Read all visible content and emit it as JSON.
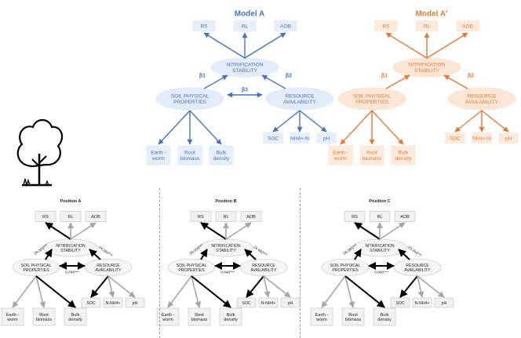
{
  "models": [
    {
      "title": "Model A",
      "color": "#4a72b8",
      "box_fill": "#e6eef8",
      "ellipse_fill": "#e2ebf7",
      "top_boxes": [
        "RS",
        "RL",
        "AOB"
      ],
      "center": "NITRIFICATION\nSTABILITY",
      "left": "SOIL PHYSICAL\nPROPERTIES",
      "right": "RESOURCE\nAVAILABILITY",
      "left_boxes": [
        "Earth -\nworm",
        "Root\nbiomass",
        "Bulk\ndensity"
      ],
      "right_boxes": [
        "SOC",
        "NH4+-N",
        "pH"
      ],
      "betas": [
        "β1",
        "β2",
        "β3"
      ]
    },
    {
      "title": "Model A'",
      "color": "#e07b39",
      "box_fill": "#fcebdd",
      "ellipse_fill": "#fbe6d6",
      "top_boxes": [
        "RS",
        "RL",
        "AOB"
      ],
      "center": "NITRIFICATION\nSTABILITY",
      "left": "SOIL PHYSICAL\nPROPERTIES",
      "right": "RESOURCE\nAVAILABILITY",
      "left_boxes": [
        "Earth -\nworm",
        "Root\nbiomass",
        "Bulk\ndensity"
      ],
      "right_boxes": [
        "SOC",
        "NH4+-N",
        "pH"
      ],
      "betas": [
        "β1",
        "β2"
      ]
    }
  ],
  "tree_icon": "tree-icon",
  "positions": [
    {
      "title": "Position A",
      "top_boxes": [
        "RS",
        "RL",
        "AOB"
      ],
      "center": "NITRIFICATION\nSTABILITY",
      "left": "SOIL PHYSICAL\nPROPERTIES",
      "right": "RESOURCE\nAVAILABILITY",
      "left_boxes": [
        "Earth -\nworm",
        "Root\nbiomass",
        "Bulk\ndensity"
      ],
      "right_boxes": [
        "SOC",
        "N-NH4+",
        "pH"
      ],
      "path_left": "29.305***",
      "path_right": "-24.060***",
      "path_middle": "0.848***"
    },
    {
      "title": "Position B",
      "top_boxes": [
        "RS",
        "RL",
        "AOB"
      ],
      "center": "NITRIFICATION\nSTABILITY",
      "left": "SOIL PHYSICAL\nPROPERTIES",
      "right": "RESOURCE\nAVAILABILITY",
      "left_boxes": [
        "Earth -\nworm",
        "Root\nbiomass",
        "Bulk\ndensity"
      ],
      "right_boxes": [
        "SOC",
        "N-NH4+",
        "pH"
      ],
      "path_left": "28.009***",
      "path_right": "24.660***",
      "path_middle": "0.846***"
    },
    {
      "title": "Position C",
      "top_boxes": [
        "RS",
        "RL",
        "AOB"
      ],
      "center": "NITRIFICATION\nSTABILITY",
      "left": "SOIL PHYSICAL\nPROPERTIES",
      "right": "RESOURCE\nAVAILABILITY",
      "left_boxes": [
        "Earth -\nworm",
        "Root\nbiomass",
        "Bulk\ndensity"
      ],
      "right_boxes": [
        "SOC",
        "N-NH4+",
        "pH"
      ],
      "path_left": "28.085***",
      "path_right": "-26.264***",
      "path_middle": "0.840***"
    }
  ]
}
